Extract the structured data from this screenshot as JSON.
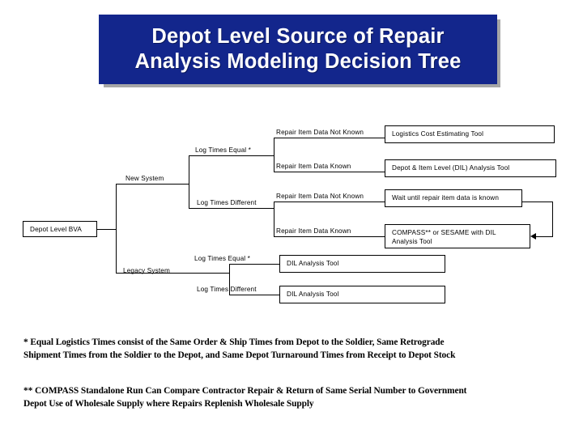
{
  "slide": {
    "title": "Depot Level Source of Repair\nAnalysis Modeling Decision Tree",
    "title_bg_color": "#13268C",
    "title_text_color": "#FFFFFF",
    "background_color": "#FFFFFF",
    "line_color": "#000000"
  },
  "tree": {
    "root": {
      "label": "Depot Level BVA"
    },
    "branches": [
      {
        "label": "New System",
        "children": [
          {
            "label": "Log Times Equal *",
            "children": [
              {
                "label": "Repair Item Data Not Known",
                "outcome": "Logistics Cost Estimating Tool"
              },
              {
                "label": "Repair Item Data Known",
                "outcome": "Depot & Item Level (DIL) Analysis Tool"
              }
            ]
          },
          {
            "label": "Log Times Different",
            "children": [
              {
                "label": "Repair Item Data Not Known",
                "outcome": "Wait until repair item data is known"
              },
              {
                "label": "Repair Item Data Known",
                "outcome": "COMPASS** or SESAME with DIL\nAnalysis Tool"
              }
            ]
          }
        ]
      },
      {
        "label": "Legacy System",
        "children": [
          {
            "label": "Log Times Equal *",
            "outcome": "DIL Analysis Tool"
          },
          {
            "label": "Log Times Different",
            "outcome": "DIL Analysis Tool"
          }
        ]
      }
    ]
  },
  "footnotes": [
    {
      "marker": "*",
      "text": "* Equal Logistics Times consist of the Same Order & Ship Times from Depot to the Soldier, Same Retrograde\n  Shipment Times from the Soldier to the Depot, and Same Depot Turnaround Times from Receipt to Depot Stock"
    },
    {
      "marker": "**",
      "text": "** COMPASS Standalone Run Can Compare Contractor Repair & Return of Same Serial Number to Government\nDepot Use of Wholesale Supply where Repairs Replenish Wholesale Supply"
    }
  ]
}
